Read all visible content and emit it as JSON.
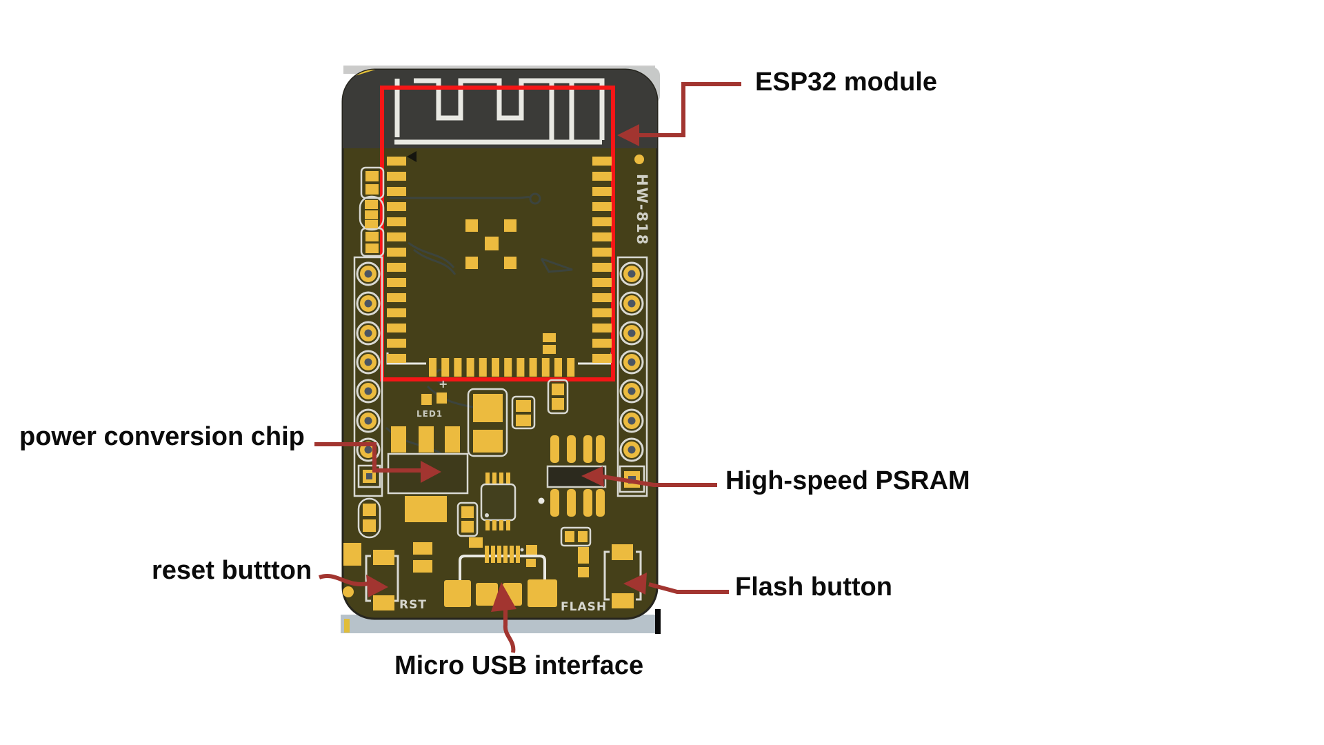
{
  "annotations": {
    "esp32": "ESP32 module",
    "power_chip": "power conversion chip",
    "psram": "High-speed PSRAM",
    "reset": "reset buttton",
    "flash": "Flash button",
    "usb": "Micro USB interface"
  },
  "silkscreen": {
    "model": "HW-818",
    "led": "LED1",
    "plus": "+",
    "rst": "RST",
    "flash": "FLASH"
  },
  "colors": {
    "background": "#ffffff",
    "board_olive": "#454019",
    "antenna_zone_gray": "#3b3b38",
    "pad_gold": "#ecbb3f",
    "module_outline_red": "#f51616",
    "leader_arrow_red": "#a23530",
    "silkscreen_white": "#d6d6ce",
    "label_text": "#0b0b0b"
  }
}
